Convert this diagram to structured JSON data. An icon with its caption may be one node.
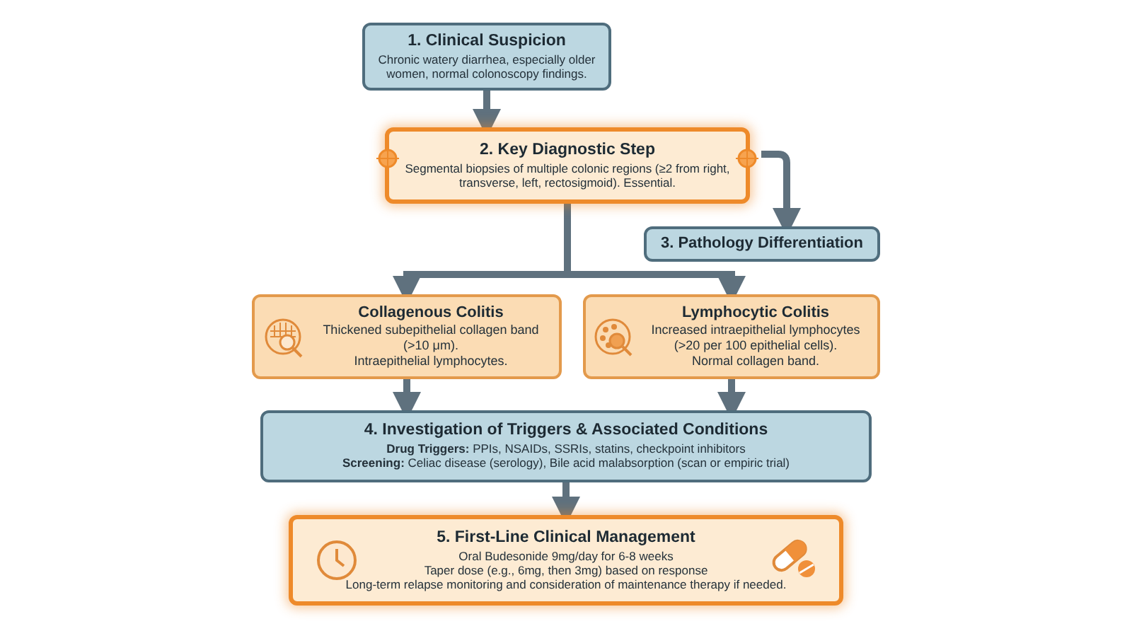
{
  "diagram": {
    "nodes": [
      {
        "text": [
          "1. Clinical Suspicion",
          "Chronic watery diarrhea, especially older women, normal colonoscopy findings."
        ]
      },
      {
        "text": [
          "2. Key Diagnostic Step",
          "Segmental biopsies of multiple colonic regions (≥2 from right, transverse, left, rectosigmoid). Essential."
        ]
      },
      {
        "text": [
          "3. Pathology Differentiation"
        ]
      },
      {
        "text": [
          "Collagenous Colitis",
          "Thickened subepithelial collagen band (>10 μm).",
          "Intraepithelial lymphocytes."
        ]
      },
      {
        "text": [
          "Lymphocytic Colitis",
          "Increased intraepithelial lymphocytes (>20 per 100 epithelial cells).",
          "Normal collagen band."
        ]
      },
      {
        "text": [
          "4. Investigation of Triggers & Associated Conditions",
          "**Drug Triggers:** PPIs, NSAIDs, SSRIs, statins, checkpoint inhibitors",
          "**Screening:** Celiac disease (serology), Bile acid malabsorption (scan or empiric trial)"
        ]
      },
      {
        "text": [
          "5. First-Line Clinical Management",
          "Oral Budesonide 9mg/day for 6-8 weeks",
          "Taper dose (e.g., 6mg, then 3mg) based on response",
          "Long-term relapse monitoring and consideration of maintenance therapy if needed."
        ]
      }
    ],
    "edges": [
      {
        "from": 0,
        "to": 1,
        "arrow": "to"
      },
      {
        "from": 1,
        "to": 2,
        "arrow": "to"
      },
      {
        "from": 1,
        "to": 3,
        "arrow": "to"
      },
      {
        "from": 1,
        "to": 4,
        "arrow": "to"
      },
      {
        "from": 3,
        "to": 5,
        "arrow": "to"
      },
      {
        "from": 4,
        "to": 5,
        "arrow": "to"
      },
      {
        "from": 5,
        "to": 6,
        "arrow": "to"
      }
    ]
  }
}
